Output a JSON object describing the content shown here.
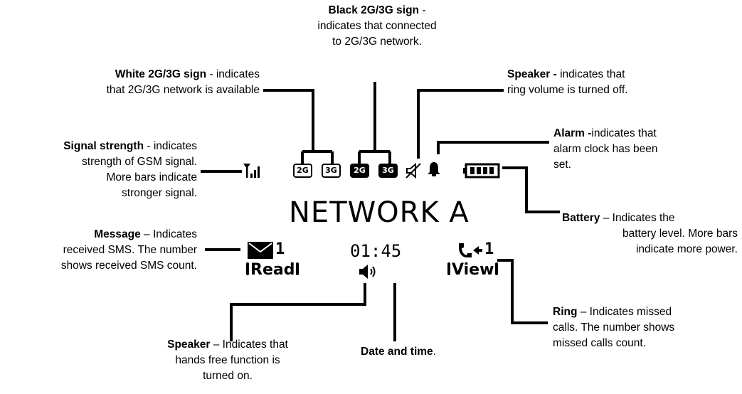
{
  "labels": {
    "black_sign": {
      "title": "Black 2G/3G sign",
      "text1": " -",
      "line2": "indicates that connected",
      "line3": "to 2G/3G network."
    },
    "white_sign": {
      "title": "White 2G/3G sign",
      "text1": " - indicates",
      "line2": "that 2G/3G network is available"
    },
    "speaker_off": {
      "title": "Speaker -",
      "text1": " indicates that",
      "line2": "ring volume is turned off."
    },
    "alarm": {
      "title": "Alarm -",
      "text1": "indicates that",
      "line2": "alarm clock has been",
      "line3": "set."
    },
    "signal": {
      "title": "Signal strength",
      "text1": " - indicates",
      "line2": "strength of GSM signal.",
      "line3": "More bars indicate",
      "line4": "stronger signal."
    },
    "battery": {
      "title": "Battery",
      "text1": " – Indicates the",
      "line2": "battery level. More bars",
      "line3": "indicate more power."
    },
    "message": {
      "title": "Message",
      "text1": " – Indicates",
      "line2": "received SMS. The number",
      "line3": "shows received SMS count."
    },
    "ring": {
      "title": "Ring",
      "text1": " – Indicates missed",
      "line2": "calls. The number shows",
      "line3": "missed calls count."
    },
    "speaker_hf": {
      "title": "Speaker",
      "text1": " – Indicates that",
      "line2": "hands free function is",
      "line3": "turned on."
    },
    "datetime": {
      "title": "Date and time",
      "text1": "."
    }
  },
  "screen": {
    "icon_2g_white": "2G",
    "icon_3g_white": "3G",
    "icon_2g_black": "2G",
    "icon_3g_black": "3G",
    "network_name": "NETWORK A",
    "sms_count": "1",
    "time": "01:45",
    "missed_calls": "1",
    "left_soft_key": "Read",
    "right_soft_key": "View"
  },
  "icons": [
    "signal-icon",
    "2g-white-icon",
    "3g-white-icon",
    "2g-black-icon",
    "3g-black-icon",
    "speaker-off-icon",
    "alarm-bell-icon",
    "battery-icon",
    "envelope-icon",
    "handsfree-speaker-icon",
    "missed-call-icon"
  ]
}
